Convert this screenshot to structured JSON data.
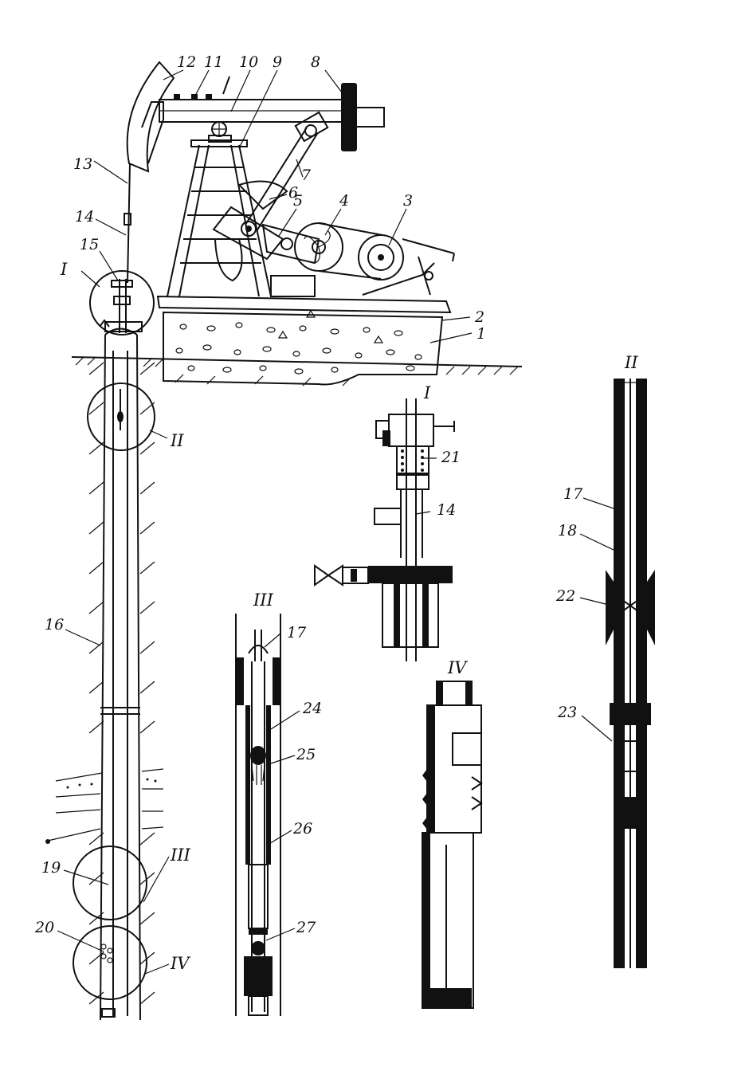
{
  "labels": {
    "l1": "1",
    "l2": "2",
    "l3": "3",
    "l4": "4",
    "l5": "5",
    "l6": "6",
    "l7": "7",
    "l8": "8",
    "l9": "9",
    "l10": "10",
    "l11": "11",
    "l12": "12",
    "l13": "13",
    "l14": "14",
    "l14b": "14",
    "l15": "15",
    "l16": "16",
    "l17a": "17",
    "l17b": "17",
    "l18": "18",
    "l19": "19",
    "l20": "20",
    "l21": "21",
    "l22": "22",
    "l23": "23",
    "l24": "24",
    "l25": "25",
    "l26": "26",
    "l27": "27"
  },
  "sections": {
    "s1": "I",
    "s2": "II",
    "s3": "III",
    "s4": "IV",
    "d1": "I",
    "d2": "II",
    "d3": "III",
    "d4": "IV"
  }
}
